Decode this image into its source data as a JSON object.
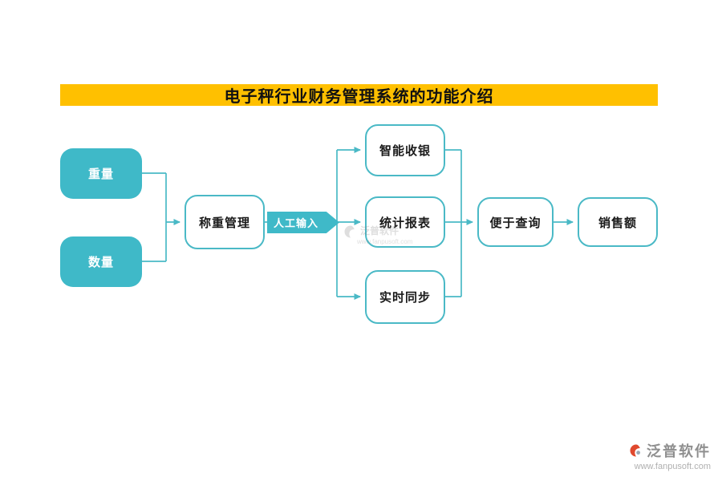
{
  "title": "电子秤行业财务管理系统的功能介绍",
  "colors": {
    "banner": "#FFC000",
    "teal": "#3FB9C8",
    "line": "#4AB9C6",
    "logo_red": "#E0492E"
  },
  "diagram": {
    "inputs": [
      {
        "id": "weight",
        "label": "重量"
      },
      {
        "id": "quantity",
        "label": "数量"
      }
    ],
    "process": {
      "label": "称重管理"
    },
    "edge_label": "人工输入",
    "functions": [
      {
        "id": "smart-cashier",
        "label": "智能收银"
      },
      {
        "id": "stats-report",
        "label": "统计报表"
      },
      {
        "id": "realtime-sync",
        "label": "实时同步"
      }
    ],
    "query": {
      "label": "便于查询"
    },
    "result": {
      "label": "销售额"
    }
  },
  "watermark": {
    "brand": "泛普软件",
    "url": "www.fanpusoft.com"
  },
  "footer": {
    "brand": "泛普软件",
    "url": "www.fanpusoft.com"
  }
}
